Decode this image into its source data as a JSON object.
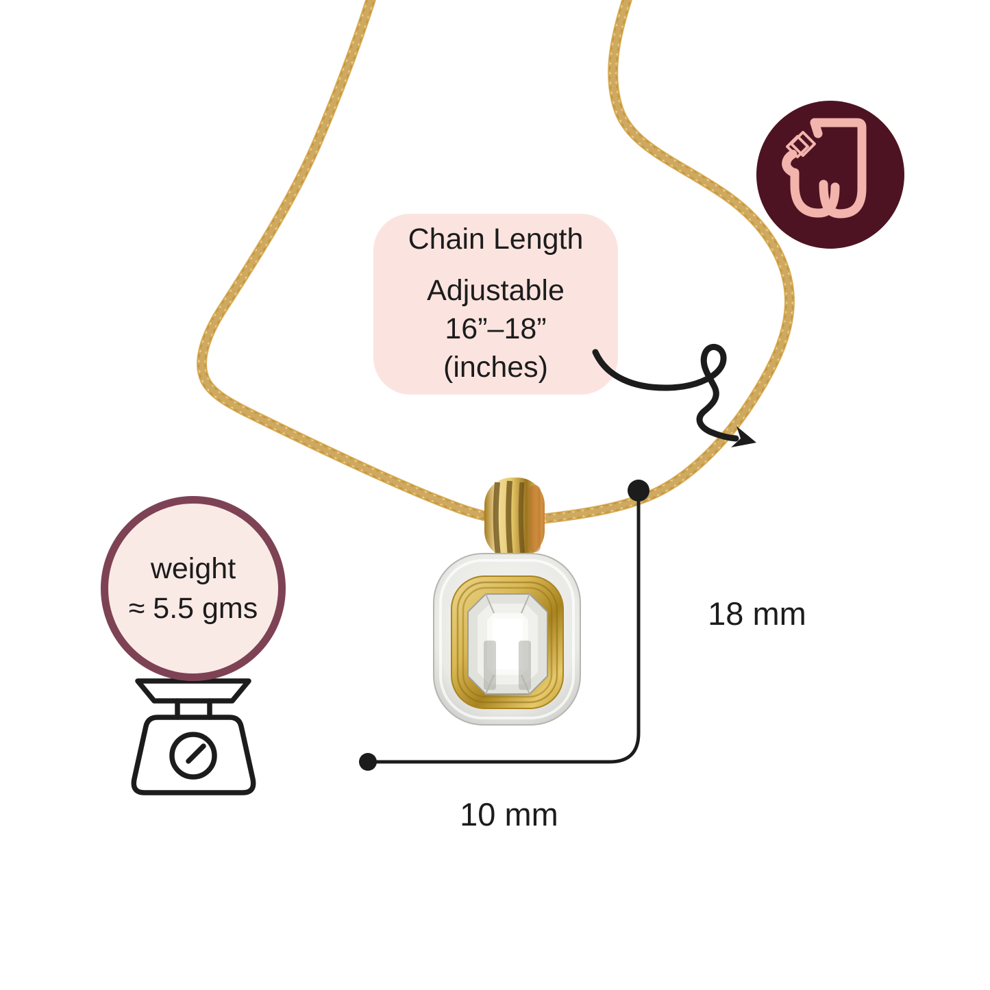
{
  "callout": {
    "title": "Chain Length",
    "lines": [
      "Adjustable",
      "16”–18”",
      "(inches)"
    ]
  },
  "weight_badge": {
    "lines": [
      "weight",
      "≈ 5.5 gms"
    ]
  },
  "measurements": {
    "pendant_height": "18 mm",
    "pendant_width": "10 mm"
  },
  "logo": {
    "monogram": "J"
  },
  "icons": {
    "brand": "j-monogram-icon",
    "gem": "diamond-icon",
    "weight": "kitchen-scale-icon",
    "pointer": "curly-arrow-icon",
    "dimension": "measurement-bracket"
  },
  "colors": {
    "background": "#FFFFFF",
    "ink": "#1C1C1C",
    "callout_pink": "#FBE4E0",
    "badge_pink": "#FAEAE6",
    "badge_border": "#7E4255",
    "logo_maroon": "#4E1322",
    "logo_pink": "#F2B4AC",
    "chain_gold": "#D8AC54",
    "chain_gold_light": "#F0DA9E",
    "chain_gold_dark": "#B2832F",
    "pendant_silver": "#E9E9E6",
    "pendant_gold": "#D9B855",
    "stone_white": "#FBFBF8"
  }
}
